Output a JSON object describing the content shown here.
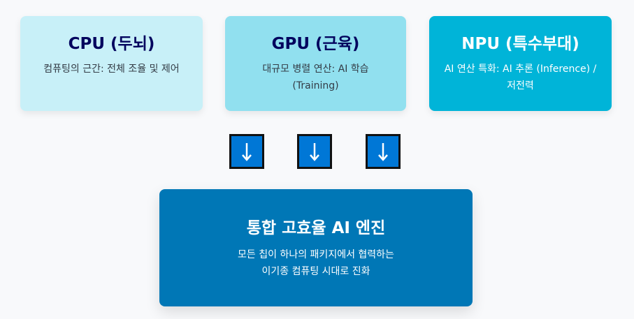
{
  "cards": [
    {
      "title": "CPU (두뇌)",
      "desc": "컴퓨팅의 근간: 전체 조율 및 제어"
    },
    {
      "title": "GPU (근육)",
      "desc": "대규모 병렬 연산: AI 학습 (Training)"
    },
    {
      "title": "NPU (특수부대)",
      "desc": "AI 연산 특화: AI 추론 (Inference) / 저전력"
    }
  ],
  "arrows": [
    "↓",
    "↓",
    "↓"
  ],
  "engine": {
    "title": "통합 고효율 AI 엔진",
    "desc_line1": "모든 칩이 하나의 패키지에서 협력하는",
    "desc_line2": "이기종 컴퓨팅 시대로 진화"
  },
  "colors": {
    "cpu_bg": "#c8f0f8",
    "gpu_bg": "#91e0ef",
    "npu_bg": "#00b4d8",
    "arrow_bg": "#0077d6",
    "engine_bg": "#0077b6",
    "title_dark": "#03045e"
  },
  "icons": [
    "arrow-down-icon"
  ]
}
